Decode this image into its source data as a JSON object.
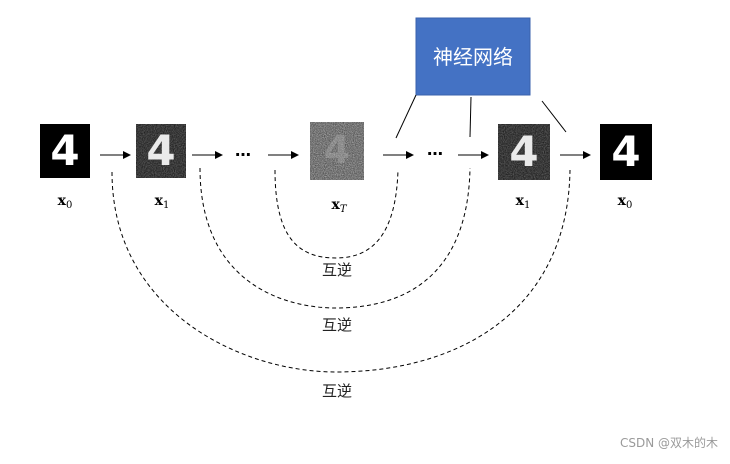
{
  "network_box": {
    "label": "神经网络",
    "color": "#4472C4"
  },
  "labels": {
    "x0_left": "x0",
    "x1_left": "x1",
    "xT": "xT",
    "x1_right": "x1",
    "x0_right": "x0"
  },
  "ellipsis": "…",
  "inverse_labels": [
    "互逆",
    "互逆",
    "互逆"
  ],
  "watermark": "CSDN @双木的木",
  "digit": "4"
}
